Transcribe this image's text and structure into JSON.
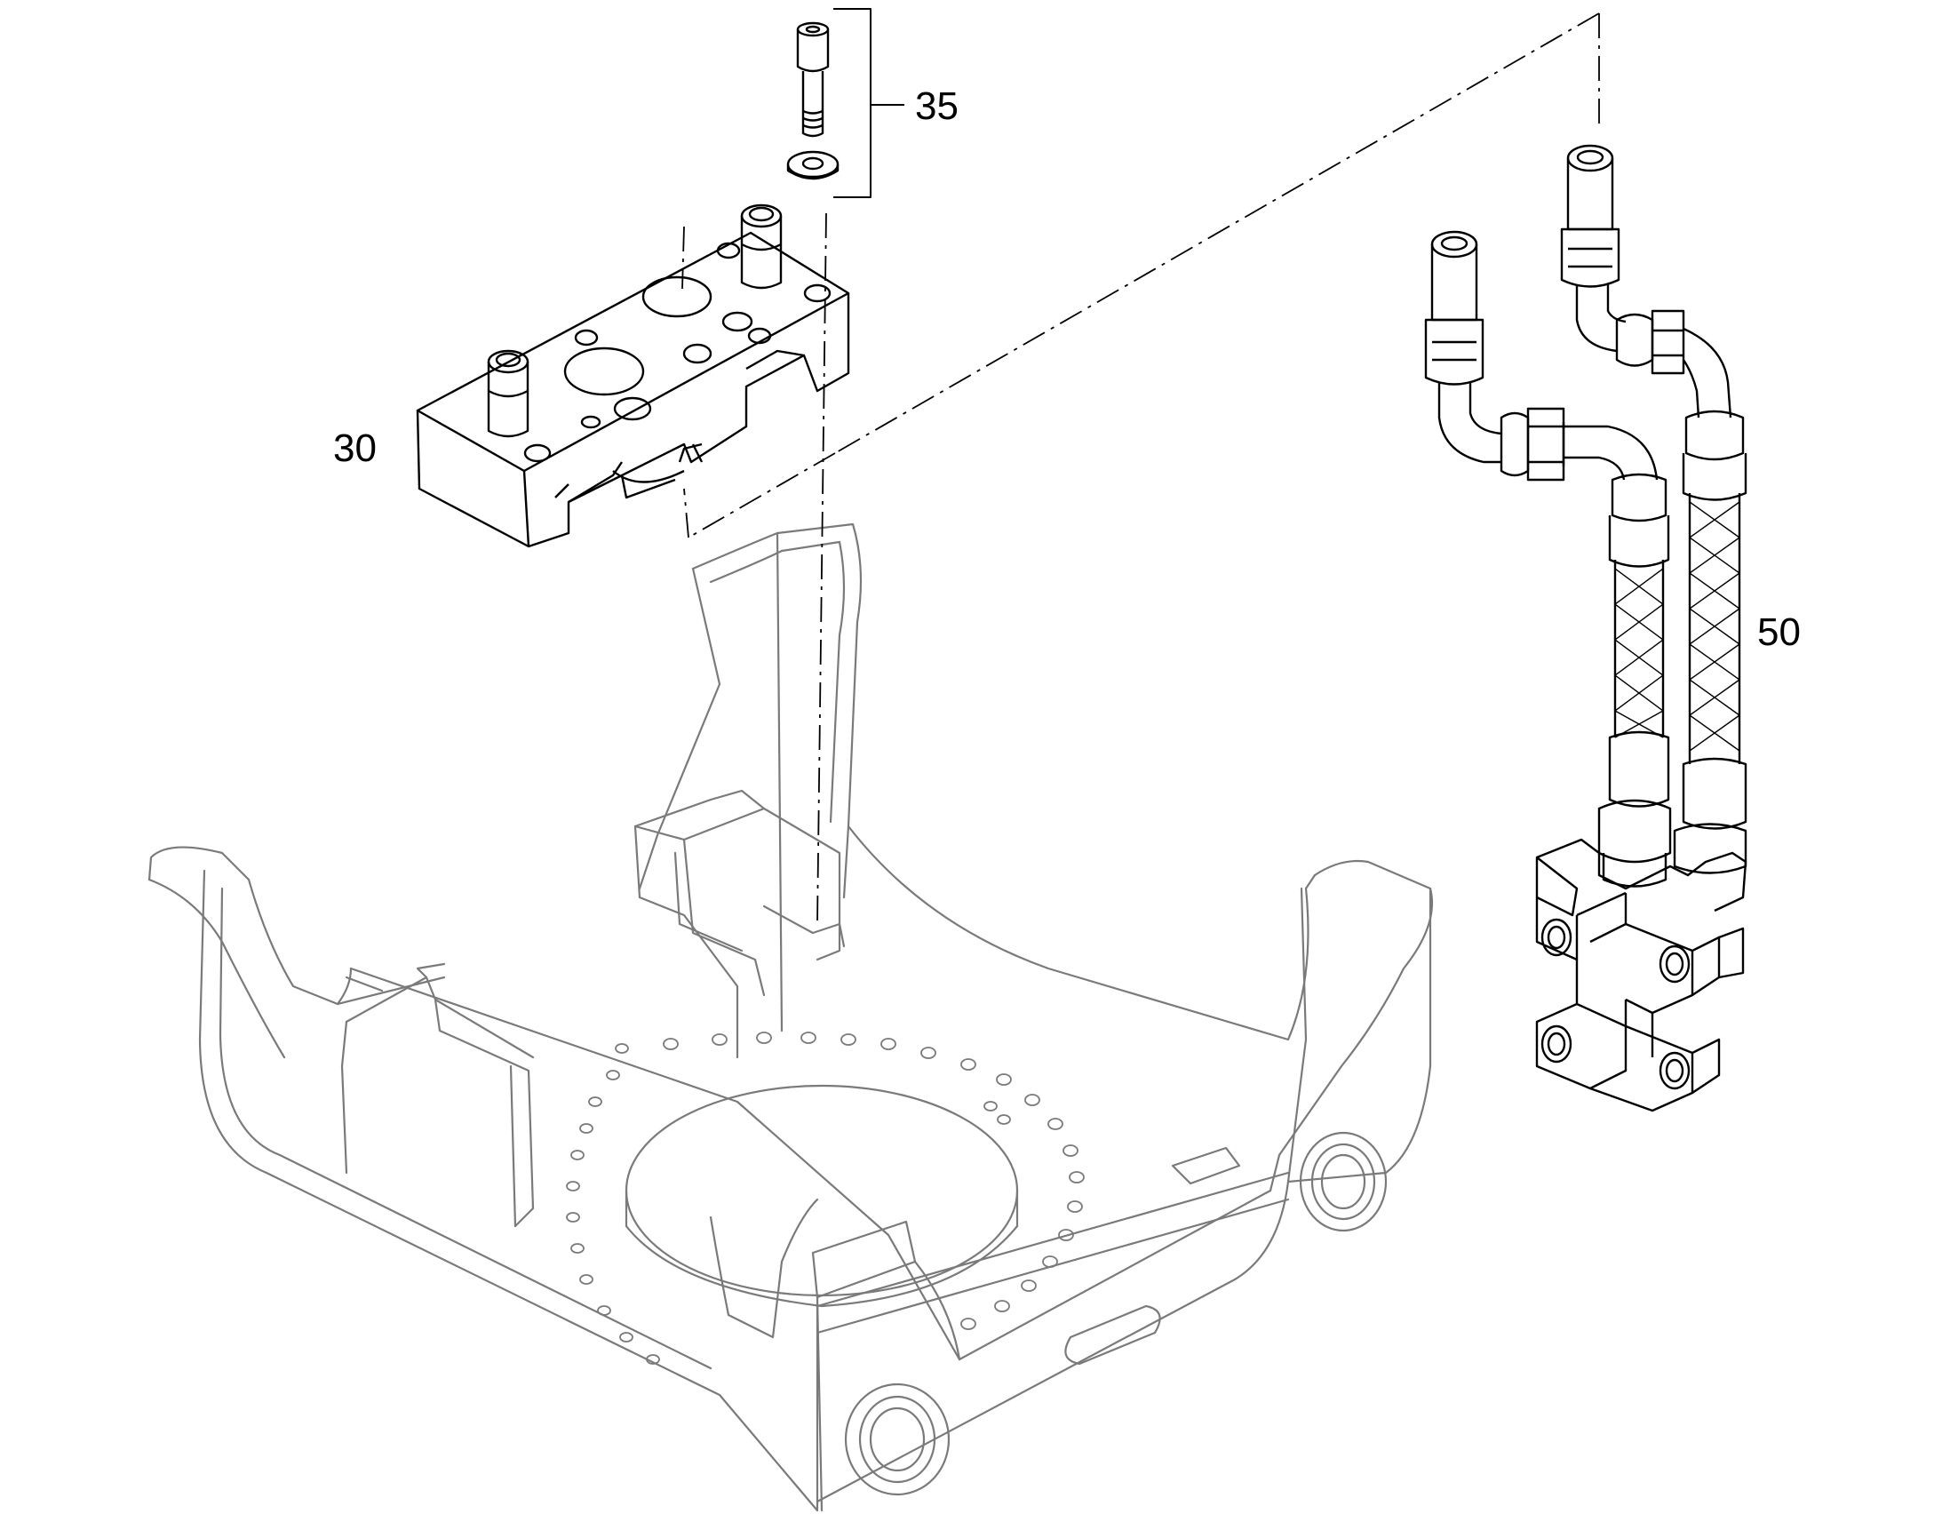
{
  "callouts": {
    "part_30": "30",
    "part_35": "35",
    "part_50": "50"
  },
  "colors": {
    "ink": "#000000",
    "frame_ink": "#7a7a7a",
    "background": "#ffffff"
  }
}
